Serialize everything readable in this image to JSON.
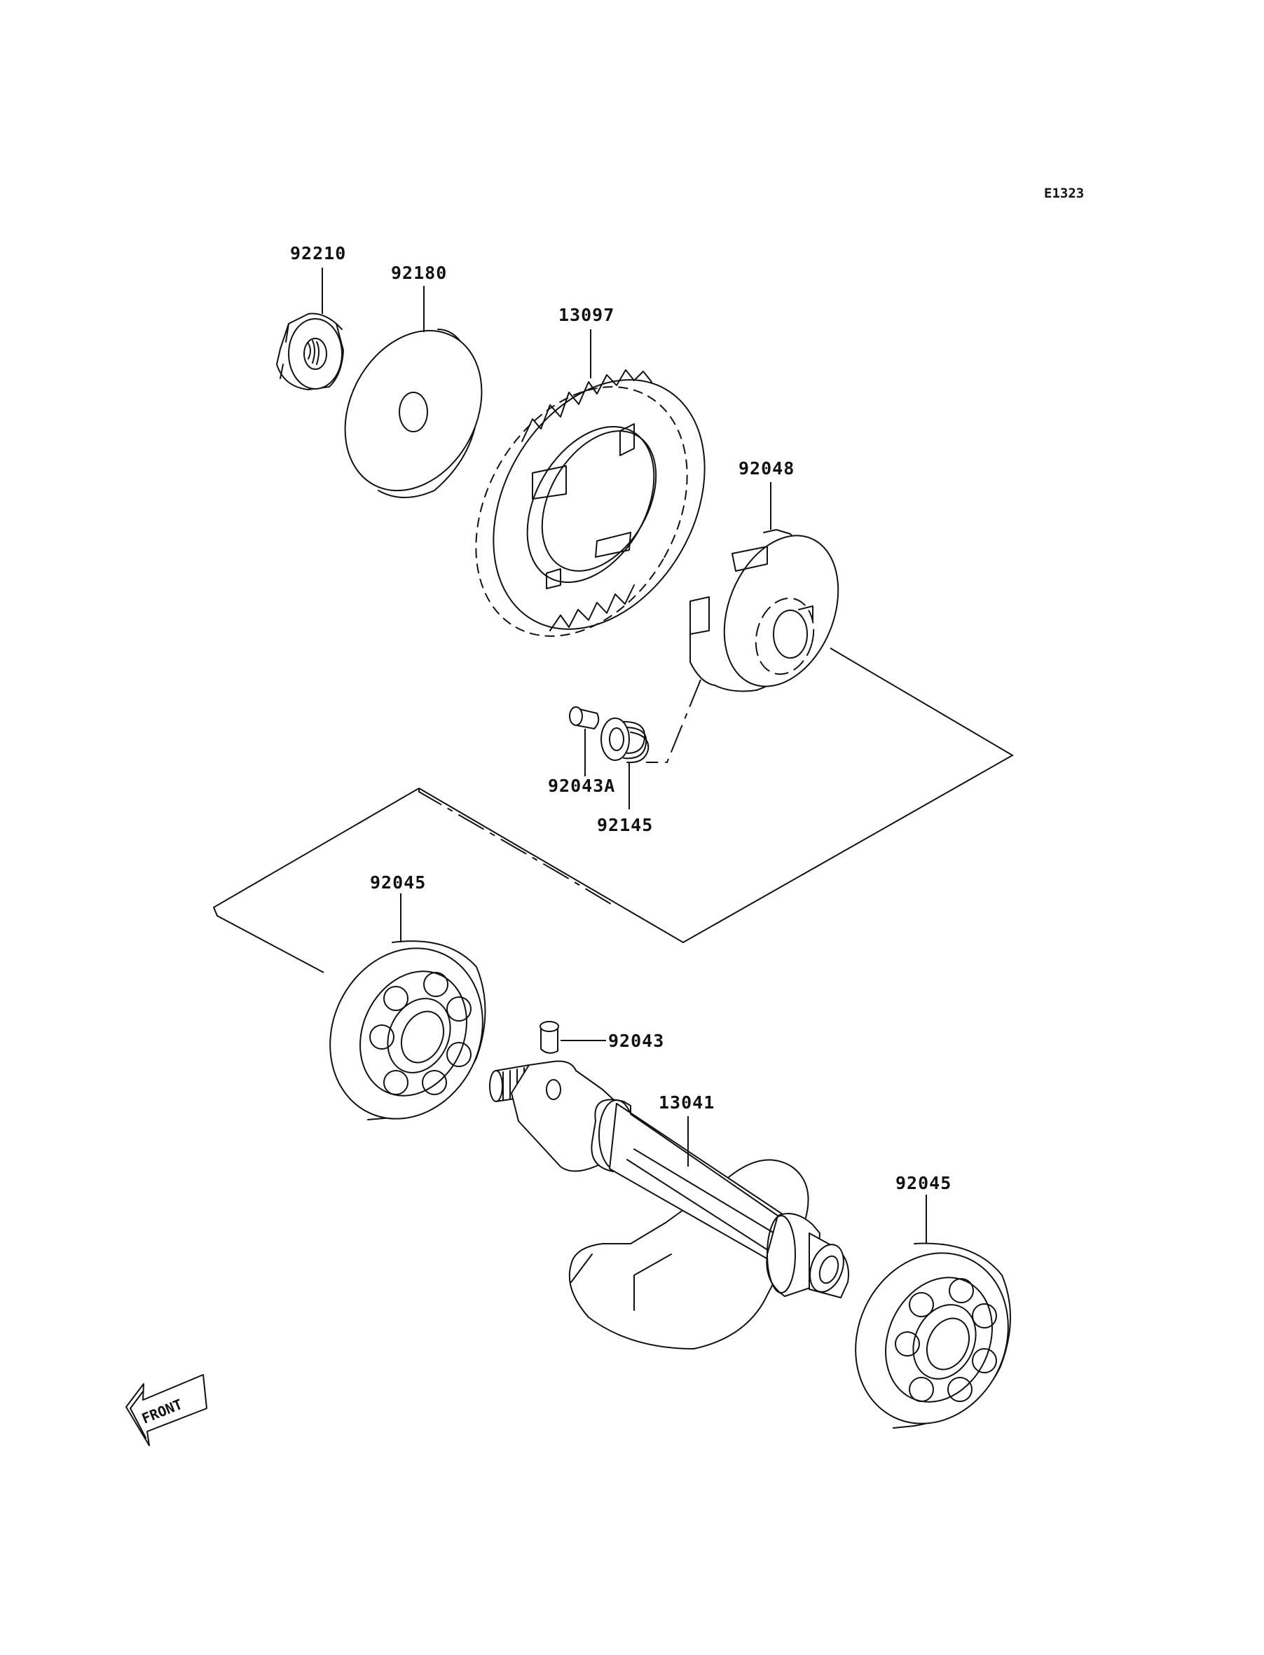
{
  "diagram": {
    "reference_code": "E1323",
    "front_indicator": "FRONT",
    "callouts": [
      {
        "id": "nut",
        "part_number": "92210"
      },
      {
        "id": "washer",
        "part_number": "92180"
      },
      {
        "id": "gear",
        "part_number": "13097"
      },
      {
        "id": "weight",
        "part_number": "92048"
      },
      {
        "id": "pin-a",
        "part_number": "92043A"
      },
      {
        "id": "spring",
        "part_number": "92145"
      },
      {
        "id": "bearing-left",
        "part_number": "92045"
      },
      {
        "id": "pin",
        "part_number": "92043"
      },
      {
        "id": "shaft",
        "part_number": "13041"
      },
      {
        "id": "bearing-right",
        "part_number": "92045"
      }
    ]
  }
}
